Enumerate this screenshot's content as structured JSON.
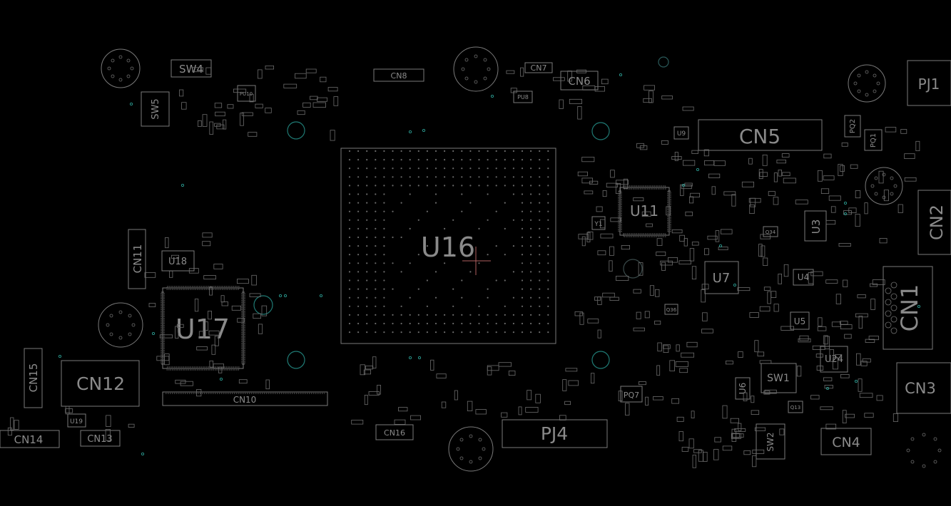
{
  "board": {
    "components": [
      {
        "id": "sw4",
        "label": "SW4"
      },
      {
        "id": "sw5",
        "label": "SW5"
      },
      {
        "id": "pu10",
        "label": "PU10"
      },
      {
        "id": "pu8",
        "label": "PU8"
      },
      {
        "id": "cn8",
        "label": "CN8"
      },
      {
        "id": "cn7",
        "label": "CN7"
      },
      {
        "id": "cn6",
        "label": "CN6"
      },
      {
        "id": "cn5",
        "label": "CN5"
      },
      {
        "id": "pj1",
        "label": "PJ1"
      },
      {
        "id": "pq2",
        "label": "PQ2"
      },
      {
        "id": "pq1",
        "label": "PQ1"
      },
      {
        "id": "u9",
        "label": "U9"
      },
      {
        "id": "u16",
        "label": "U16"
      },
      {
        "id": "u11",
        "label": "U11"
      },
      {
        "id": "u3",
        "label": "U3"
      },
      {
        "id": "cn2",
        "label": "CN2"
      },
      {
        "id": "cn11",
        "label": "CN11"
      },
      {
        "id": "u18",
        "label": "U18"
      },
      {
        "id": "u17",
        "label": "U17"
      },
      {
        "id": "u7",
        "label": "U7"
      },
      {
        "id": "u4",
        "label": "U4"
      },
      {
        "id": "cn1",
        "label": "CN1"
      },
      {
        "id": "u5",
        "label": "U5"
      },
      {
        "id": "u24",
        "label": "U24"
      },
      {
        "id": "cn3",
        "label": "CN3"
      },
      {
        "id": "cn15",
        "label": "CN15"
      },
      {
        "id": "cn12",
        "label": "CN12"
      },
      {
        "id": "cn10",
        "label": "CN10"
      },
      {
        "id": "u19",
        "label": "U19"
      },
      {
        "id": "cn14",
        "label": "CN14"
      },
      {
        "id": "cn13",
        "label": "CN13"
      },
      {
        "id": "cn16",
        "label": "CN16"
      },
      {
        "id": "pj4",
        "label": "PJ4"
      },
      {
        "id": "pq7",
        "label": "PQ7"
      },
      {
        "id": "u6",
        "label": "U6"
      },
      {
        "id": "sw1",
        "label": "SW1"
      },
      {
        "id": "sw2",
        "label": "SW2"
      },
      {
        "id": "cn4",
        "label": "CN4"
      },
      {
        "id": "y1",
        "label": "Y1"
      },
      {
        "id": "q34",
        "label": "Q34"
      },
      {
        "id": "q36",
        "label": "Q36"
      },
      {
        "id": "q13",
        "label": "Q13"
      }
    ]
  },
  "colors": {
    "background": "#000000",
    "outline": "#7a7a7a",
    "label": "#8a8a8a",
    "via": "#1f7a74",
    "cursor": "#b06060"
  }
}
